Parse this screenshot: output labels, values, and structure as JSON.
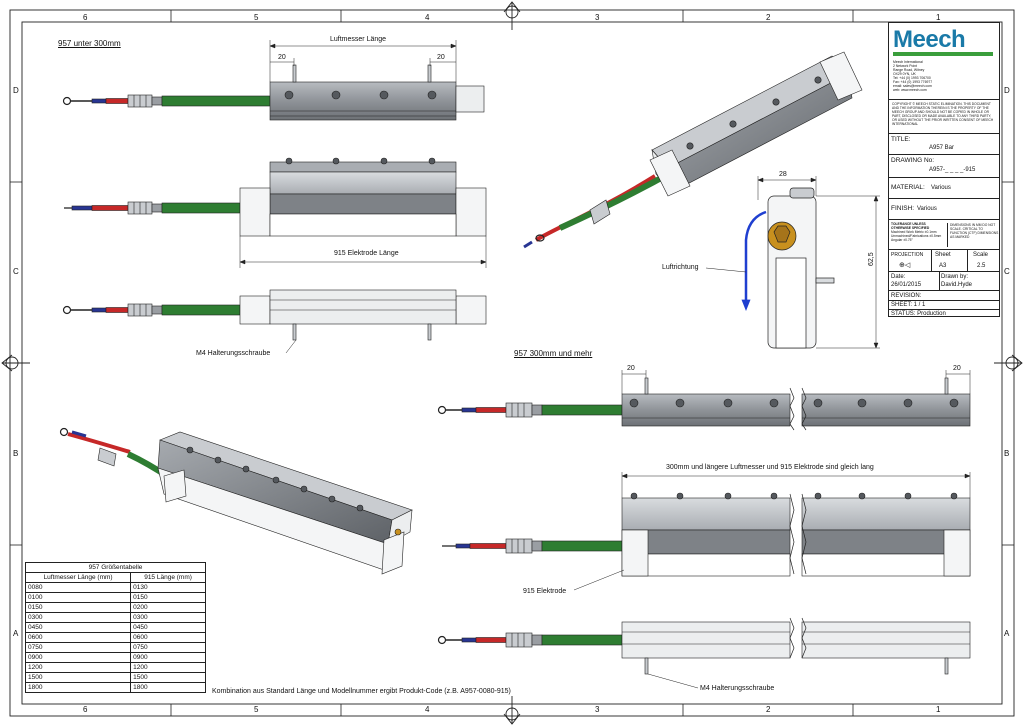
{
  "colors": {
    "line": "#222222",
    "metal": "#9a9ea3",
    "metal_dark": "#6f7378",
    "metal_light": "#c9ccd0",
    "cable_green": "#2e7d32",
    "cable_red": "#c62828",
    "cable_blue": "#283593",
    "arrow_blue": "#1f3fd0",
    "logo_blue": "#1a7aa8",
    "logo_green": "#3a9e3c"
  },
  "grid": {
    "top_columns": [
      "6",
      "5",
      "4",
      "3",
      "2",
      "1"
    ],
    "side_rows": [
      "D",
      "C",
      "B",
      "A"
    ]
  },
  "labels": {
    "heading_small": "957 unter 300mm",
    "heading_large": "957 300mm und mehr",
    "luftmesser_laenge": "Luftmesser Länge",
    "elektrode_laenge": "915 Elektrode Länge",
    "dim_20": "20",
    "dim_28": "28",
    "dim_62_5": "62,5",
    "halterung_left": "M4 Halterungsschraube",
    "halterung_right": "M4 Halterungsschraube",
    "luftrichtung": "Luftrichtung",
    "gleich_lang": "300mm und längere Luftmesser und 915 Elektrode sind gleich lang",
    "elektrode_915": "915 Elektrode",
    "footnote": "Kombination aus Standard Länge und Modellnummer ergibt Produkt-Code (z.B. A957-0080-915)"
  },
  "size_table": {
    "caption": "957 Größentabelle",
    "headers": [
      "Luftmesser Länge (mm)",
      "915 Länge (mm)"
    ],
    "rows": [
      [
        "0080",
        "0130"
      ],
      [
        "0100",
        "0150"
      ],
      [
        "0150",
        "0200"
      ],
      [
        "0300",
        "0300"
      ],
      [
        "0450",
        "0450"
      ],
      [
        "0600",
        "0600"
      ],
      [
        "0750",
        "0750"
      ],
      [
        "0900",
        "0900"
      ],
      [
        "1200",
        "1200"
      ],
      [
        "1500",
        "1500"
      ],
      [
        "1800",
        "1800"
      ]
    ]
  },
  "title_block": {
    "logo": "Meech",
    "address": [
      "Meech International",
      "2 Network Point",
      "Range Road, Witney",
      "OX29 0YN, UK",
      "Tel: +44 (0) 1993 706700",
      "Fax: +44 (0) 1993 776977",
      "email: sales@meech.com",
      "web: www.meech.com"
    ],
    "copyright": "COPYRIGHT © MEECH STATIC ELIMINATION. THIS DOCUMENT AND THE INFORMATION THEREIN IS THE PROPERTY OF THE MEECH GROUP AND SHOULD NOT BE COPIED IN WHOLE OR PART, DISCLOSED OR MADE AVAILABLE TO ANY THIRD PARTY, OR USED WITHOUT THE PRIOR WRITTEN CONSENT OF MEECH INTERNATIONAL",
    "title_label": "TITLE:",
    "title_value": "A957 Bar",
    "drawing_label": "DRAWING No:",
    "drawing_value": "A957-_ _ _ _-915",
    "material_label": "MATERIAL:",
    "material_value": "Various",
    "finish_label": "FINISH:",
    "finish_value": "Various",
    "tolerance_head": "TOLERANCE UNLESS OTHERWISE SPECIFIED",
    "tolerance_lines": [
      "Machined Work Metric ±0.1mm",
      "Unmachined/Fabrications ±0.5mm",
      "Angular ±0.75°"
    ],
    "dimension_note": "DIMENSIONS IN MM DO NOT SCALE. CRITICAL TO FUNCTION (CTF) DIMENSIONS AS MARKED",
    "projection_label": "PROJECTION",
    "sheet_label": "Sheet",
    "sheet_size": "A3",
    "scale_label": "Scale",
    "scale_value": "2.5",
    "date_label": "Date:",
    "date_value": "26/01/2015",
    "drawn_label": "Drawn by:",
    "drawn_value": "David.Hyde",
    "revision_label": "REVISION:",
    "sheet_no": "SHEET: 1 / 1",
    "status": "STATUS: Production"
  }
}
